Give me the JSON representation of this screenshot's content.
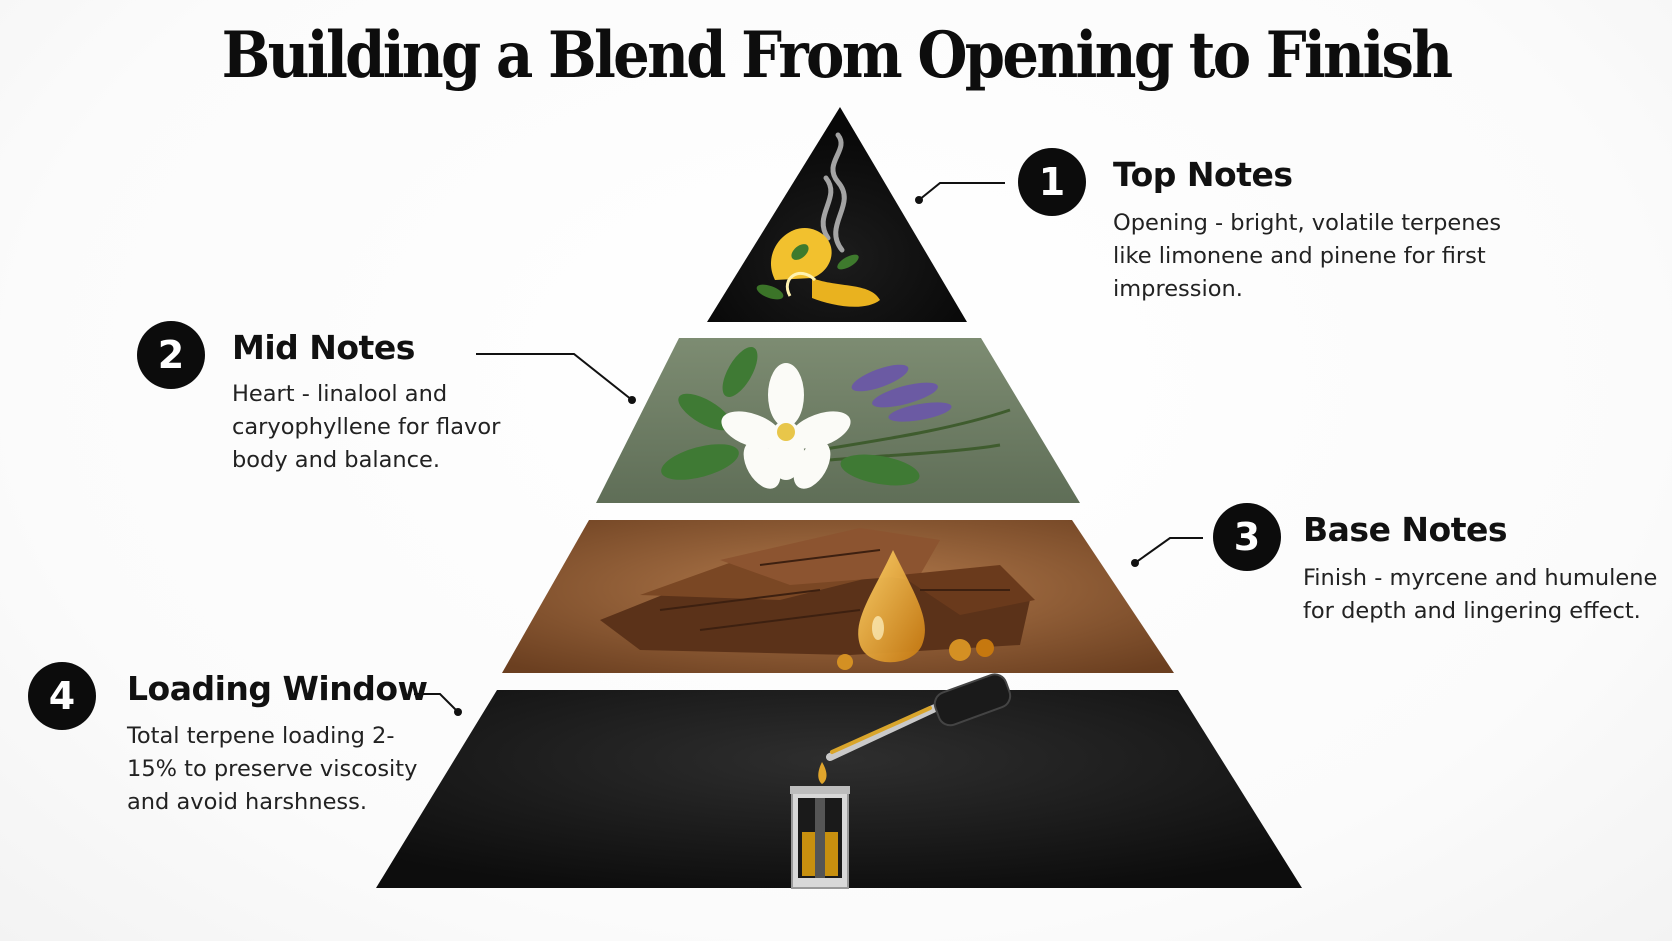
{
  "title": "Building a Blend From Opening to Finish",
  "tiers": [
    {
      "number": "1",
      "heading": "Top Notes",
      "description": "Opening - bright, volatile terpenes like limonene and pinene for first impression.",
      "imagery": [
        "smoke-icon",
        "lemon-peel-icon"
      ],
      "tier_color": "#0f0f0f"
    },
    {
      "number": "2",
      "heading": "Mid Notes",
      "description": "Heart - linalool and caryophyllene for flavor body and balance.",
      "imagery": [
        "jasmine-flower-icon",
        "lavender-icon",
        "rosemary-icon"
      ],
      "tier_color": "#6f7f66"
    },
    {
      "number": "3",
      "heading": "Base Notes",
      "description": "Finish - myrcene and humulene for depth and lingering effect.",
      "imagery": [
        "wood-bark-icon",
        "resin-drop-icon"
      ],
      "tier_color": "#8a5a35"
    },
    {
      "number": "4",
      "heading": "Loading Window",
      "description": "Total terpene loading 2-15% to preserve viscosity and avoid harshness.",
      "imagery": [
        "dropper-icon",
        "cartridge-icon"
      ],
      "tier_color": "#161616"
    }
  ]
}
